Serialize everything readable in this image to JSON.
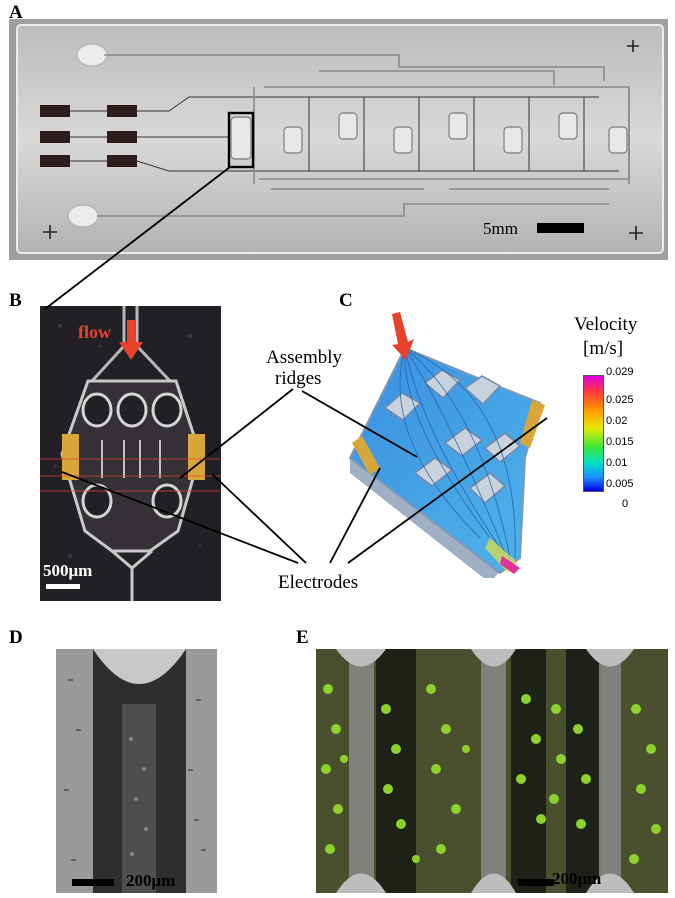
{
  "panels": {
    "a": {
      "label": "A",
      "scale": "5mm"
    },
    "b": {
      "label": "B",
      "flow": "flow",
      "scale": "500μm"
    },
    "c": {
      "label": "C",
      "colorbar": {
        "title_line1": "Velocity",
        "title_line2": "[m/s]",
        "ticks": [
          "0.029",
          "0.025",
          "0.02",
          "0.015",
          "0.01",
          "0.005",
          "0"
        ]
      }
    },
    "d": {
      "label": "D",
      "scale": "200μm"
    },
    "e": {
      "label": "E",
      "scale": "200μm"
    }
  },
  "annotations": {
    "ridges_line1": "Assembly",
    "ridges_line2": "ridges",
    "electrodes": "Electrodes"
  },
  "colors": {
    "flow_arrow": "#e8432a",
    "electrode_gold": "#d9a63a",
    "cell_green": "#8fd12c",
    "flow_blue": "#3a9fe0"
  }
}
